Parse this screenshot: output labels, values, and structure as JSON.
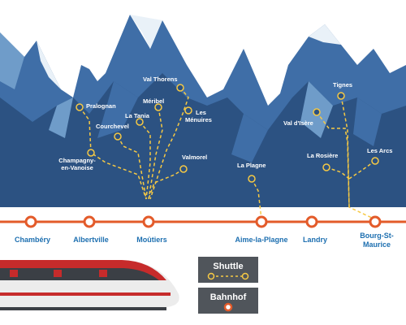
{
  "colors": {
    "rail_line": "#e35b2a",
    "shuttle_line": "#f6c944",
    "station_label": "#1d6fb0",
    "resort_label": "#ffffff",
    "mountain_dark": "#2c5282",
    "mountain_mid": "#3f6ea7",
    "mountain_light": "#6f9cc9",
    "snow": "#e9f1f8",
    "sky": "#ffffff",
    "legend_bg": "#50555b"
  },
  "stations": [
    {
      "name": "Chambéry"
    },
    {
      "name": "Albertville"
    },
    {
      "name": "Moûtiers"
    },
    {
      "name": "Aime-la-Plagne"
    },
    {
      "name": "Landry"
    },
    {
      "name": "Bourg-St-Maurice"
    }
  ],
  "resorts": [
    {
      "name": "Pralognan"
    },
    {
      "name": "Courchevel"
    },
    {
      "name": "La Tania"
    },
    {
      "name": "Méribel"
    },
    {
      "name": "Val Thorens"
    },
    {
      "name": "Les Ménuires"
    },
    {
      "name": "Champagny-en-Vanoise"
    },
    {
      "name": "Valmorel"
    },
    {
      "name": "La Plagne"
    },
    {
      "name": "Val d'Isère"
    },
    {
      "name": "Tignes"
    },
    {
      "name": "La Rosière"
    },
    {
      "name": "Les Arcs"
    }
  ],
  "legend": {
    "shuttle_label": "Shuttle",
    "station_label": "Bahnhof"
  },
  "icons": {
    "train": "train-icon",
    "shuttle": "shuttle-line-icon",
    "station": "station-marker-icon"
  }
}
